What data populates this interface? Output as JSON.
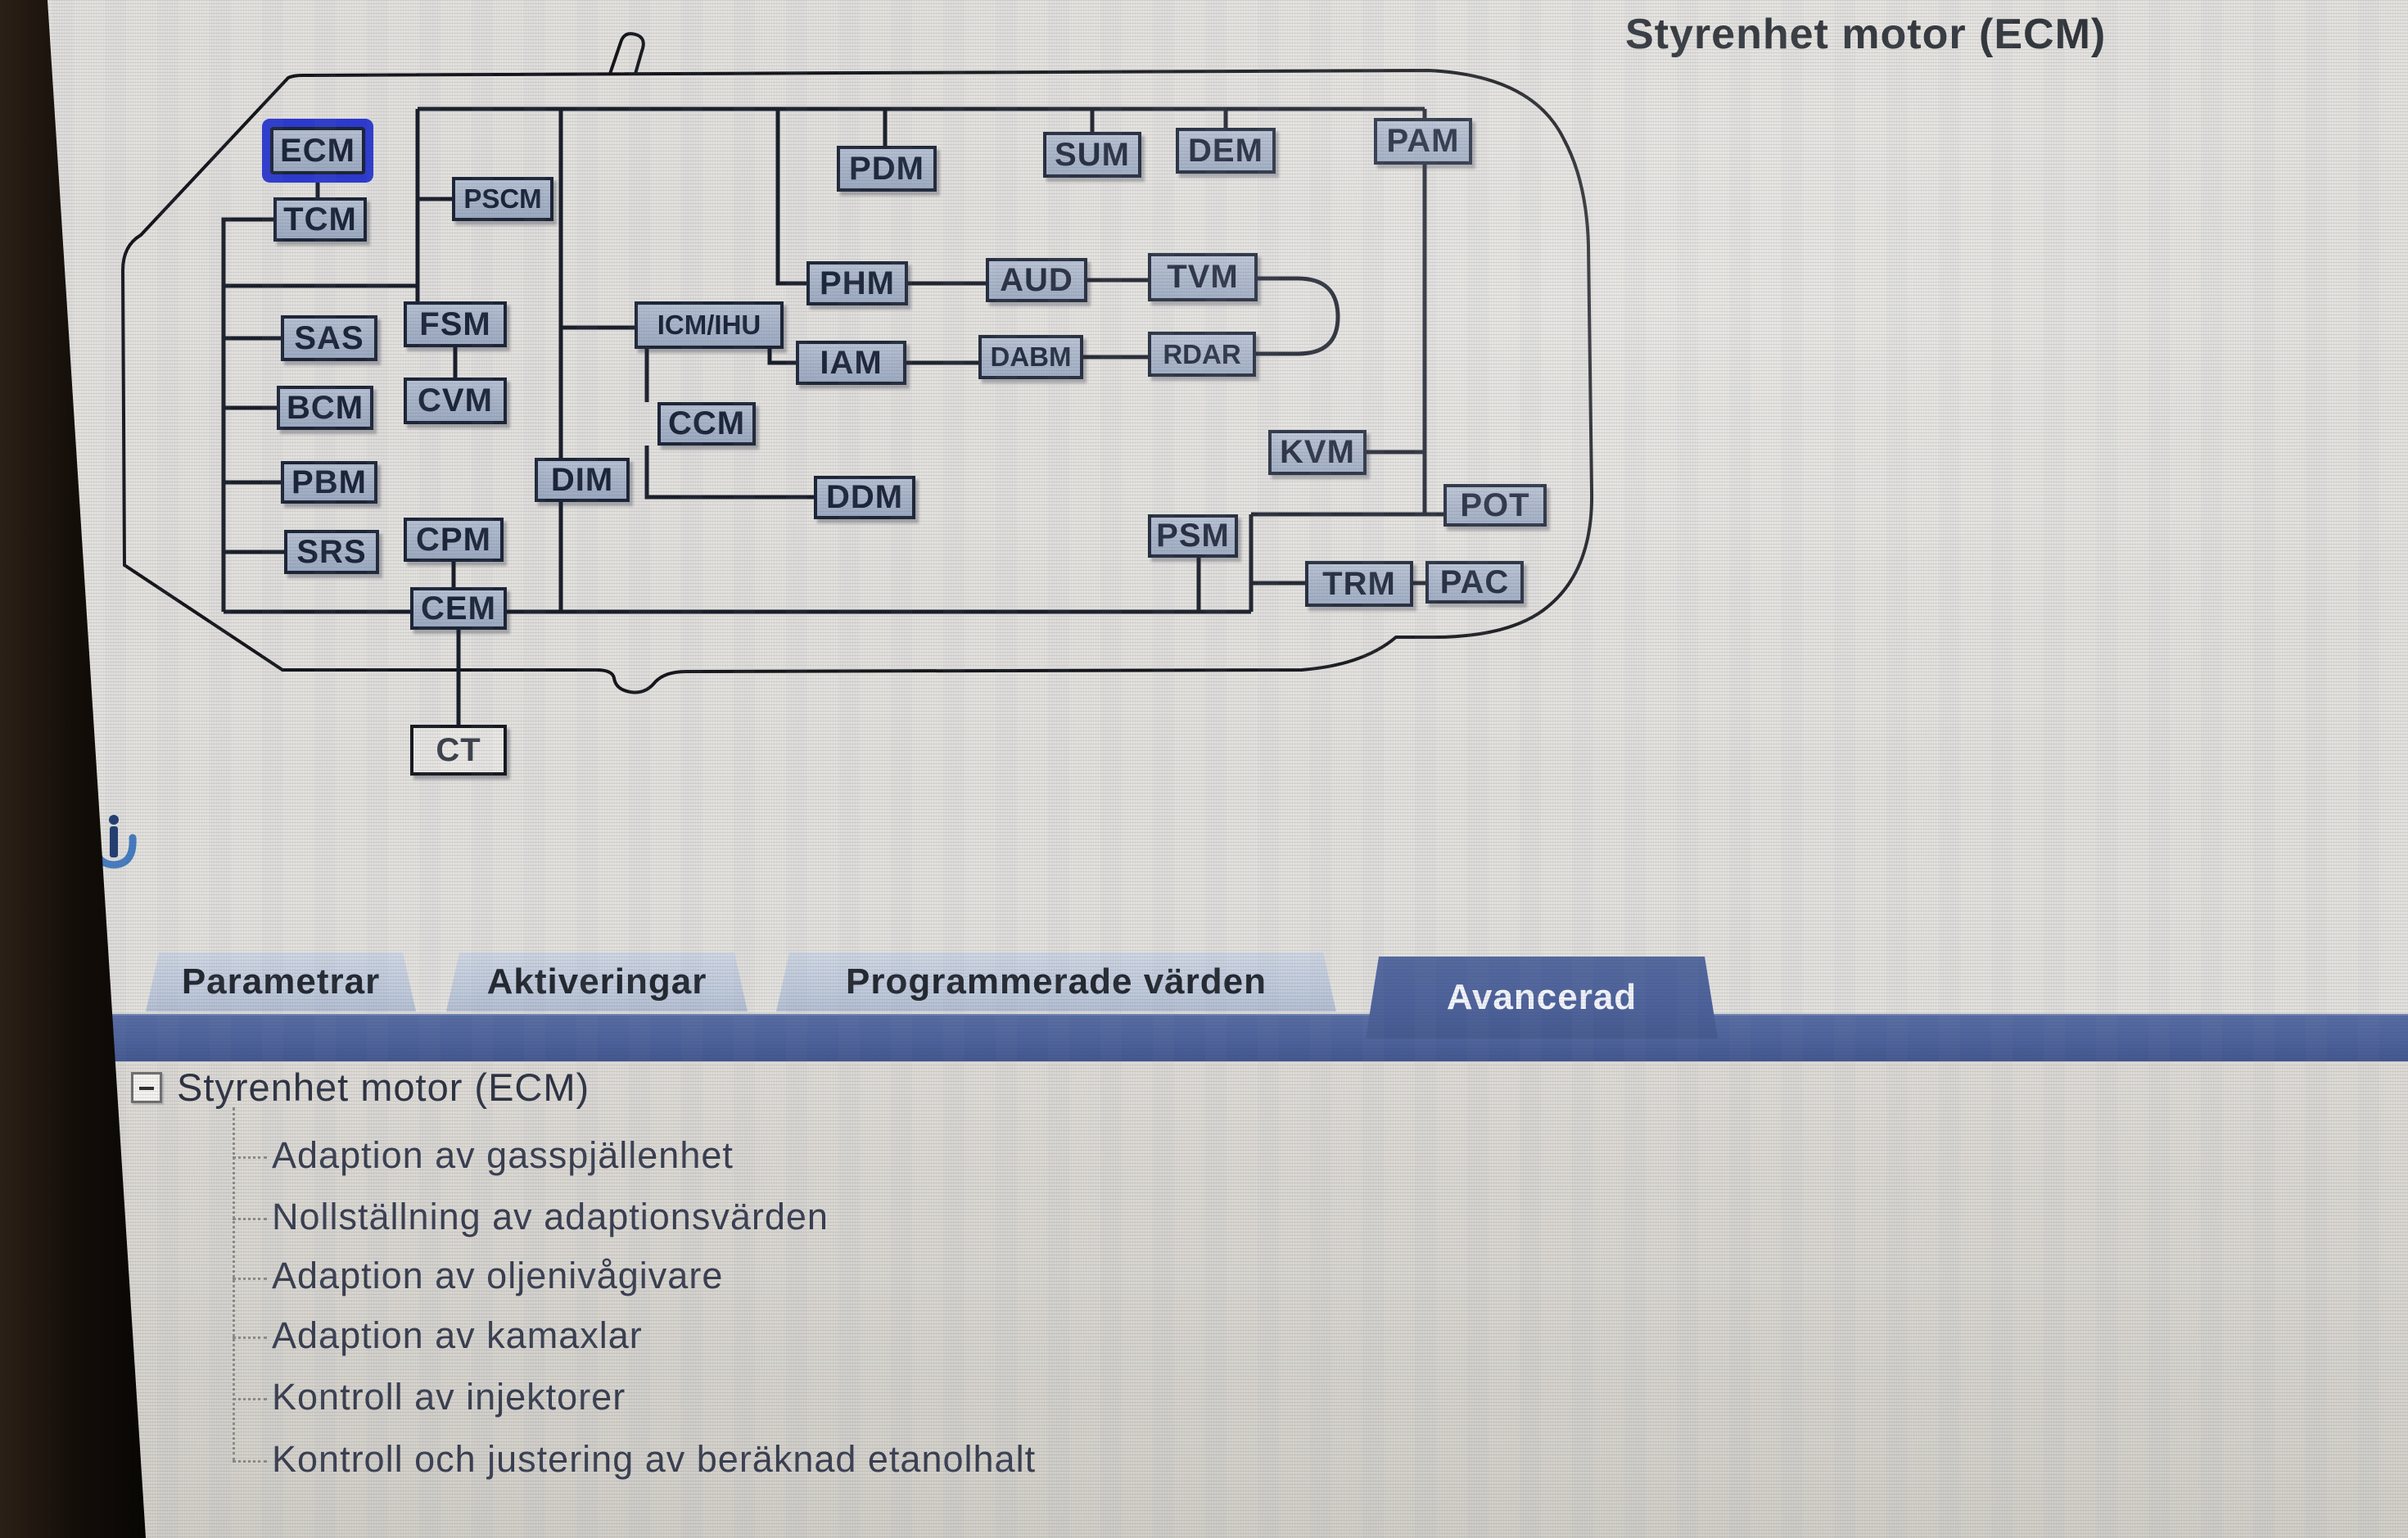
{
  "window": {
    "title": "Styrenhet motor (ECM)"
  },
  "diagram": {
    "selected_module": "ECM",
    "modules": [
      "ECM",
      "TCM",
      "PSCM",
      "PDM",
      "SUM",
      "DEM",
      "PAM",
      "PHM",
      "AUD",
      "TVM",
      "SAS",
      "FSM",
      "ICM/IHU",
      "IAM",
      "DABM",
      "RDAR",
      "BCM",
      "CVM",
      "CCM",
      "PBM",
      "DIM",
      "DDM",
      "KVM",
      "SRS",
      "CPM",
      "PSM",
      "POT",
      "CEM",
      "TRM",
      "PAC",
      "CT"
    ]
  },
  "tabs": {
    "active_label": "Avancerad",
    "items": [
      {
        "label": "Parametrar",
        "active": false
      },
      {
        "label": "Aktiveringar",
        "active": false
      },
      {
        "label": "Programmerade värden",
        "active": false
      },
      {
        "label": "Avancerad",
        "active": true
      }
    ]
  },
  "tree": {
    "root": "Styrenhet motor (ECM)",
    "items": [
      "Adaption av gasspjällenhet",
      "Nollställning av adaptionsvärden",
      "Adaption av oljenivågivare",
      "Adaption av kamaxlar",
      "Kontroll av injektorer",
      "Kontroll och justering av beräknad etanolhalt"
    ]
  },
  "icons": {
    "info": "info-icon",
    "expand": "minus-expand-icon"
  },
  "colors": {
    "accent_blue": "#4c629c",
    "selection_blue": "#2b39d2",
    "module_fill": "#a7b3c8",
    "module_border": "#1b2436",
    "background": "#e3e1dd"
  }
}
